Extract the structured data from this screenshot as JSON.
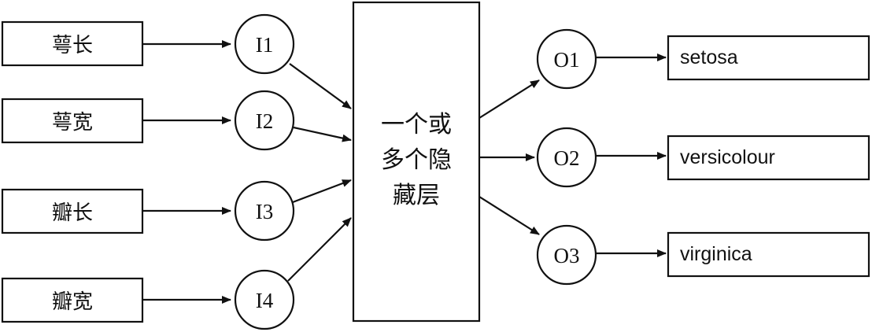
{
  "diagram": {
    "inputs": [
      {
        "feature": "萼长",
        "node": "I1"
      },
      {
        "feature": "萼宽",
        "node": "I2"
      },
      {
        "feature": "瓣长",
        "node": "I3"
      },
      {
        "feature": "瓣宽",
        "node": "I4"
      }
    ],
    "hidden_layer": {
      "lines": [
        "一个或",
        "多个隐",
        "藏层"
      ]
    },
    "outputs": [
      {
        "node": "O1",
        "class": "setosa"
      },
      {
        "node": "O2",
        "class": "versicolour"
      },
      {
        "node": "O3",
        "class": "virginica"
      }
    ]
  }
}
